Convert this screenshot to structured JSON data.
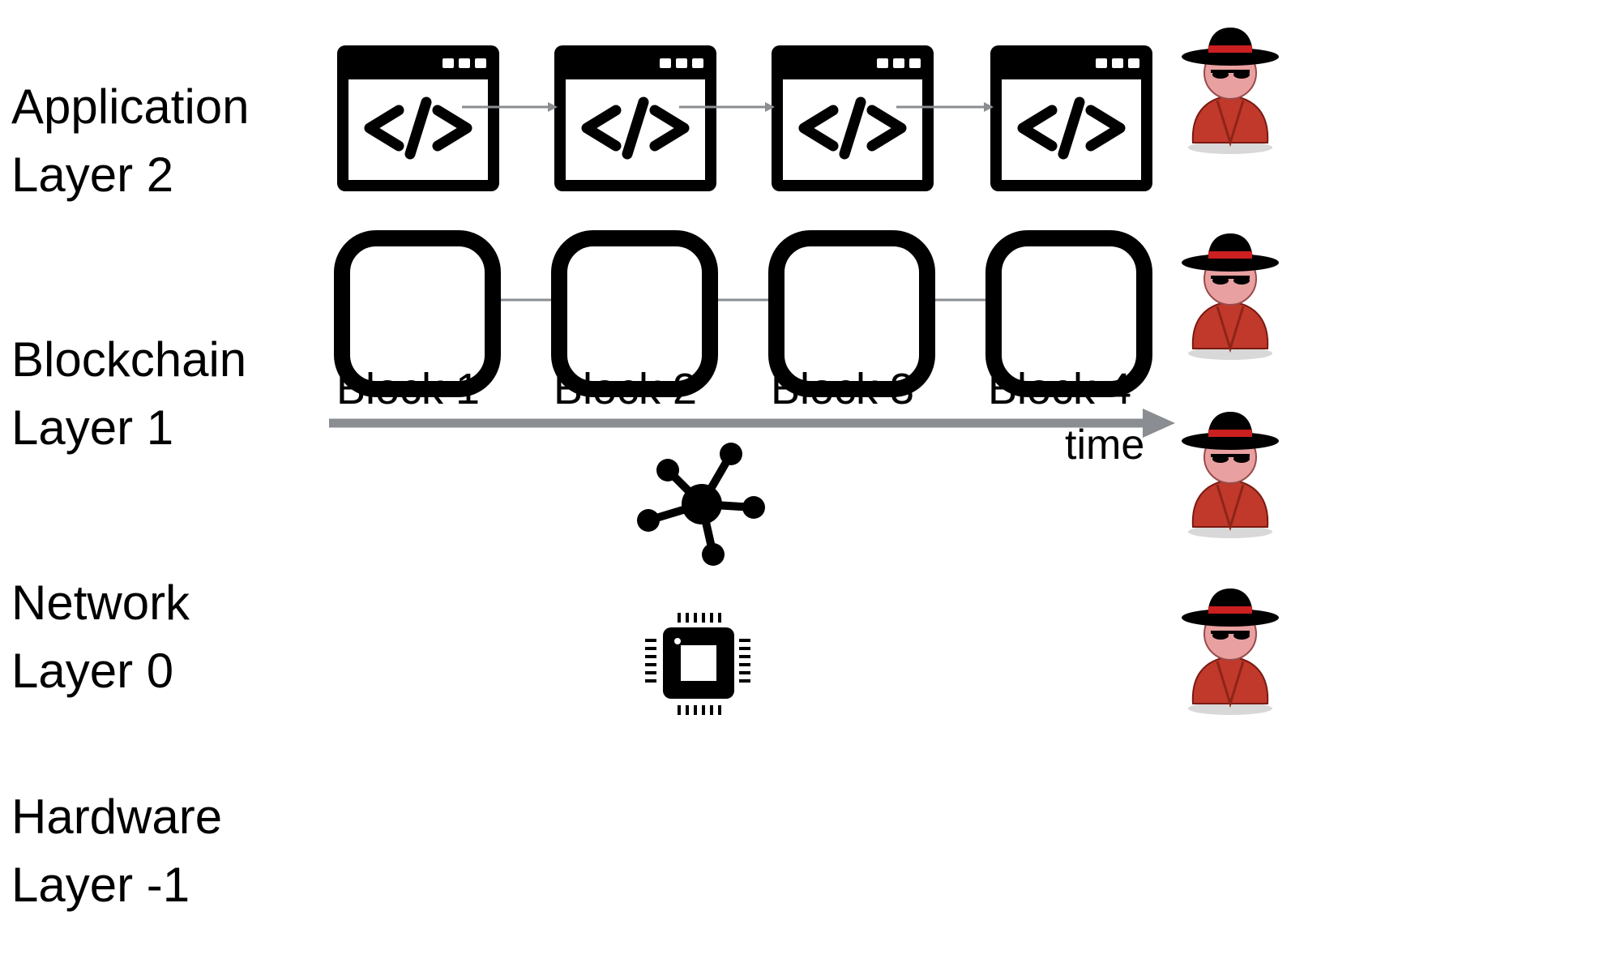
{
  "layers": [
    {
      "name": "Application",
      "level": "Layer 2"
    },
    {
      "name": "Blockchain",
      "level": "Layer 1"
    },
    {
      "name": "Network",
      "level": "Layer 0"
    },
    {
      "name": "Hardware",
      "level": "Layer -1"
    }
  ],
  "blocks": [
    "Block 1",
    "Block 2",
    "Block 3",
    "Block 4"
  ],
  "time_axis": {
    "label": "time"
  },
  "icons": {
    "application": "code-window-icon",
    "network": "network-hub-icon",
    "hardware": "cpu-chip-icon",
    "adversary": "spy-icon"
  },
  "colors": {
    "arrow": "#8a8d91",
    "chain_link": "#8a8d91",
    "spy_coat": "#c0392b",
    "spy_face": "#e8a0a0",
    "spy_hat_band": "#cc1f1f"
  }
}
